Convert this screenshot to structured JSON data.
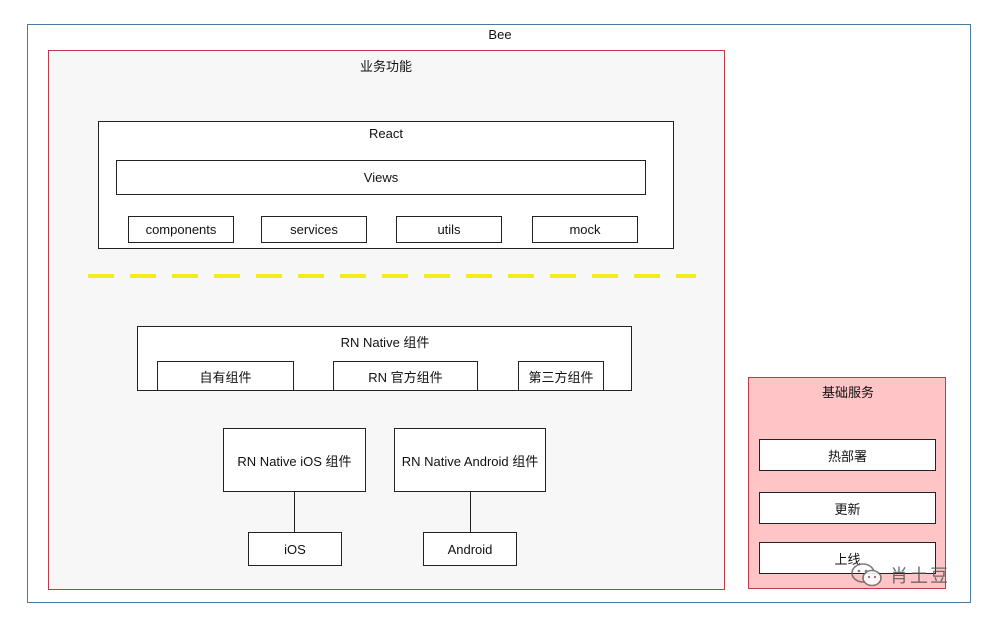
{
  "title": "Bee",
  "business": {
    "title": "业务功能",
    "react": {
      "title": "React",
      "views": "Views",
      "modules": [
        "components",
        "services",
        "utils",
        "mock"
      ]
    },
    "rn_native": {
      "title": "RN Native  组件",
      "items": [
        "自有组件",
        "RN 官方组件",
        "第三方组件"
      ]
    },
    "platforms": [
      {
        "component": "RN Native iOS 组件",
        "platform": "iOS"
      },
      {
        "component": "RN Native Android 组件",
        "platform": "Android"
      }
    ]
  },
  "base_service": {
    "title": "基础服务",
    "items": [
      "热部署",
      "更新",
      "上线"
    ]
  },
  "watermark": "肖土豆",
  "colors": {
    "business_border": "#c23a4a",
    "base_fill": "#ffc4c6",
    "divider": "#f2ec1c",
    "outer_border": "#4a7a9c"
  }
}
